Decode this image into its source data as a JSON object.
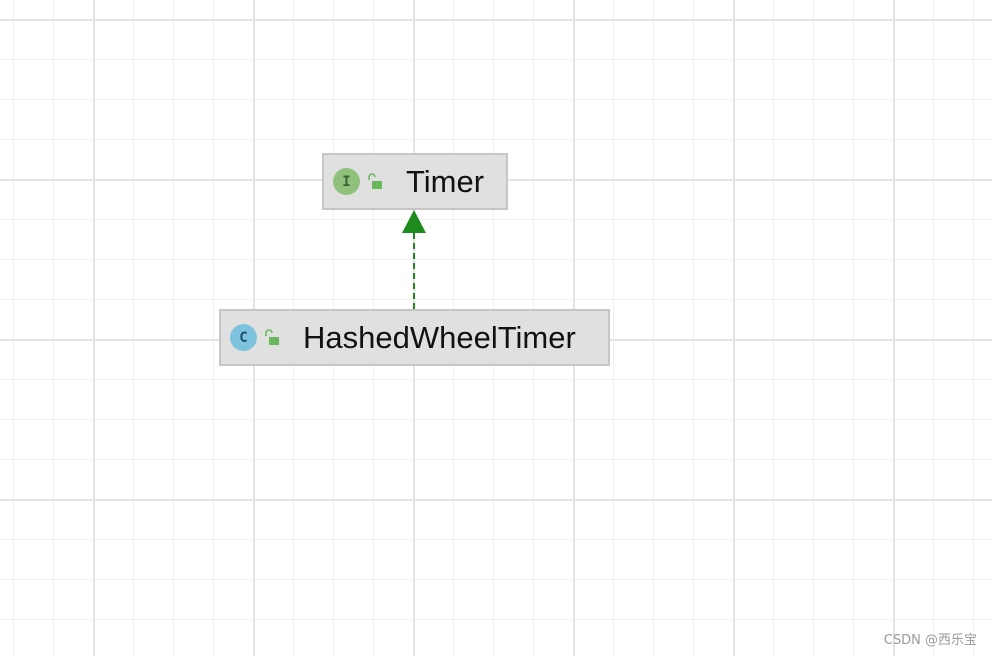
{
  "diagram": {
    "nodes": [
      {
        "kind_letter": "I",
        "kind": "interface",
        "label": "Timer",
        "kind_icon": "interface-badge-icon",
        "access_icon": "public-lock-icon"
      },
      {
        "kind_letter": "C",
        "kind": "class",
        "label": "HashedWheelTimer",
        "kind_icon": "class-badge-icon",
        "access_icon": "public-lock-icon"
      }
    ],
    "relations": [
      {
        "type": "implements",
        "from": "HashedWheelTimer",
        "to": "Timer",
        "style": "dashed",
        "color": "#1e8a1e"
      }
    ]
  },
  "colors": {
    "node_bg": "#e0e0e0",
    "node_border": "#c6c6c6",
    "interface_badge": "#8fc07c",
    "class_badge": "#7ec3de",
    "access_icon": "#6ab85c",
    "arrow": "#1e8a1e",
    "grid_major": "#e4e4e4",
    "grid_minor": "#f1f1f1"
  },
  "watermark": "CSDN @西乐宝"
}
